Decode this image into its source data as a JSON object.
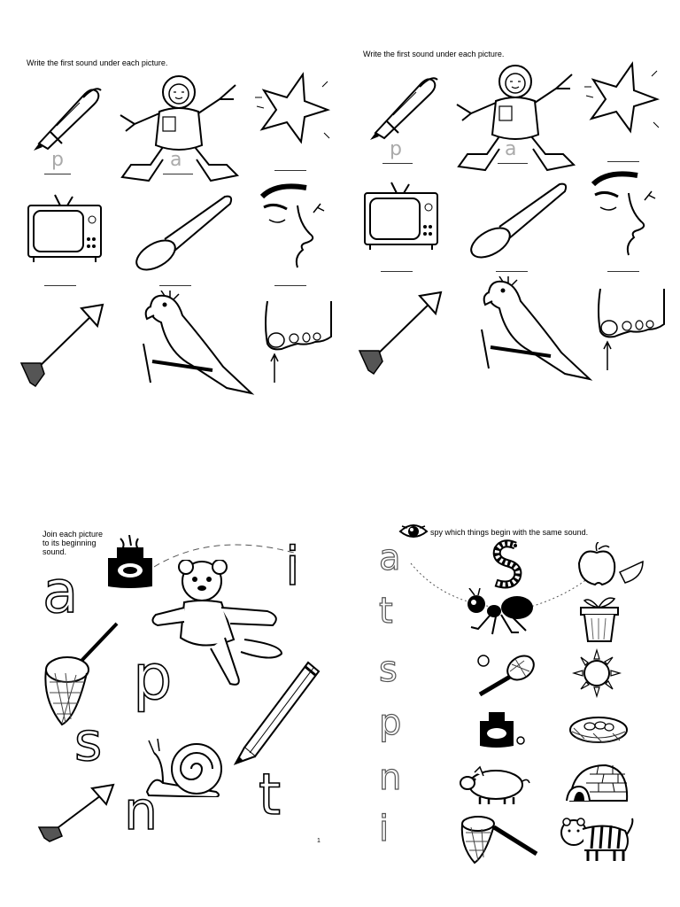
{
  "worksheet_left": {
    "instruction": "Write the first sound under each picture.",
    "hints": [
      "p",
      "a"
    ],
    "pictures": [
      "pen",
      "astronaut",
      "star",
      "television",
      "spoon",
      "nose",
      "arrow",
      "parrot",
      "toe"
    ]
  },
  "worksheet_right": {
    "instruction": "Write the first sound under each picture.",
    "hints": [
      "p",
      "a"
    ],
    "pictures": [
      "pen",
      "astronaut",
      "star",
      "television",
      "spoon",
      "nose",
      "arrow",
      "parrot",
      "toe"
    ]
  },
  "join_page": {
    "instruction": "Join each picture to its beginning sound.",
    "letters": [
      "a",
      "i",
      "p",
      "s",
      "n",
      "t"
    ],
    "pictures": [
      "ink",
      "teddy",
      "net",
      "pencil",
      "snail",
      "arrow"
    ],
    "page_number": "1"
  },
  "spy_page": {
    "instruction": "spy which things begin with the same sound.",
    "letters": [
      "a",
      "t",
      "s",
      "p",
      "n",
      "i"
    ]
  }
}
